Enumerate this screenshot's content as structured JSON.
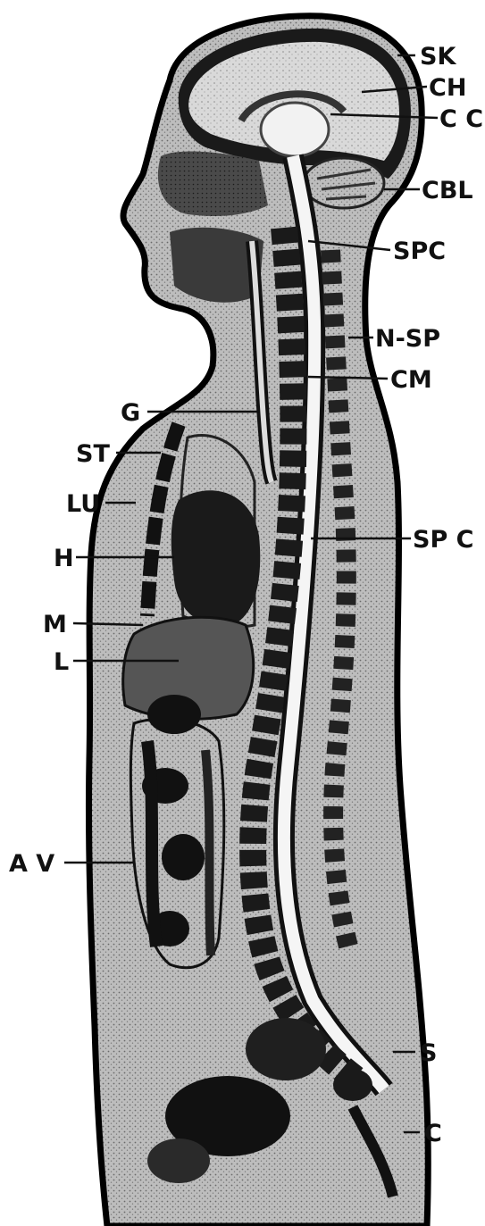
{
  "figure": {
    "labels": {
      "sk": "SK",
      "ch": "CH",
      "cc": "C C",
      "cbl": "CBL",
      "spc_upper": "SPC",
      "n_sp": "N-SP",
      "cm": "CM",
      "g": "G",
      "st": "ST",
      "lu": "LU",
      "spc_lower": "SP C",
      "h": "H",
      "m": "M",
      "l": "L",
      "av": "A V",
      "s": "S",
      "c": "C"
    }
  }
}
